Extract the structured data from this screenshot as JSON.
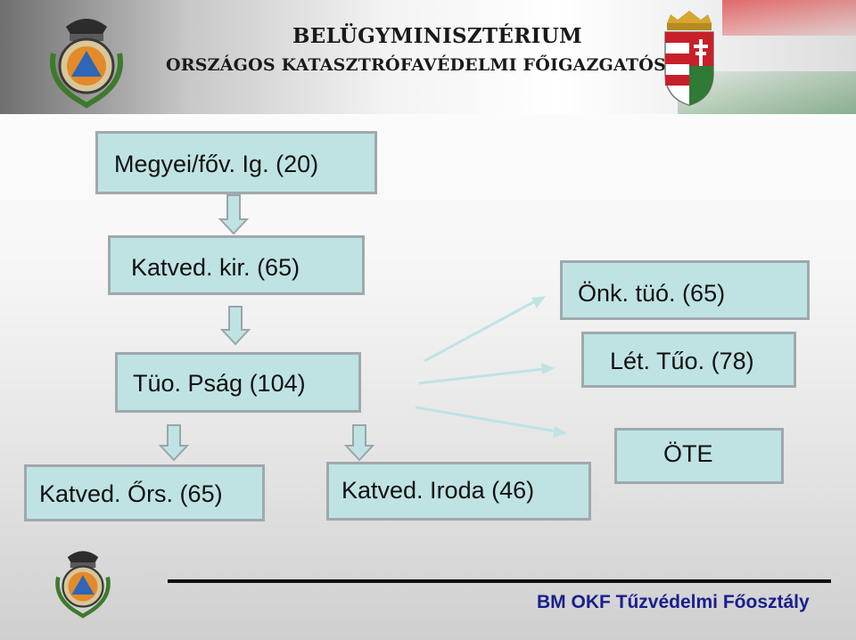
{
  "header": {
    "ministry": "BELÜGYMINISZTÉRIUM",
    "directorate": "ORSZÁGOS KATASZTRÓFAVÉDELMI FŐIGAZGATÓSÁG"
  },
  "diagram": {
    "nodes": [
      {
        "id": "megyei",
        "label": "Megyei/főv. Ig. (20)"
      },
      {
        "id": "katved-kir",
        "label": "Katved. kir. (65)"
      },
      {
        "id": "tuo-psag",
        "label": "Tüo. Pság (104)"
      },
      {
        "id": "katved-ors",
        "label": "Katved. Őrs. (65)"
      },
      {
        "id": "katved-iroda",
        "label": "Katved. Iroda (46)"
      },
      {
        "id": "onk-tuo",
        "label": "Önk. tüó. (65)"
      },
      {
        "id": "let-tuo",
        "label": "Lét. Tűo. (78)"
      },
      {
        "id": "ote",
        "label": "ÖTE"
      }
    ],
    "colors": {
      "box_fill": "#bfe3e3",
      "box_border": "#9fa9ad",
      "arrow": "#bfe3e3",
      "footer_text": "#1a1f8c"
    }
  },
  "footer": {
    "department": "BM OKF Tűzvédelmi Főosztály"
  }
}
